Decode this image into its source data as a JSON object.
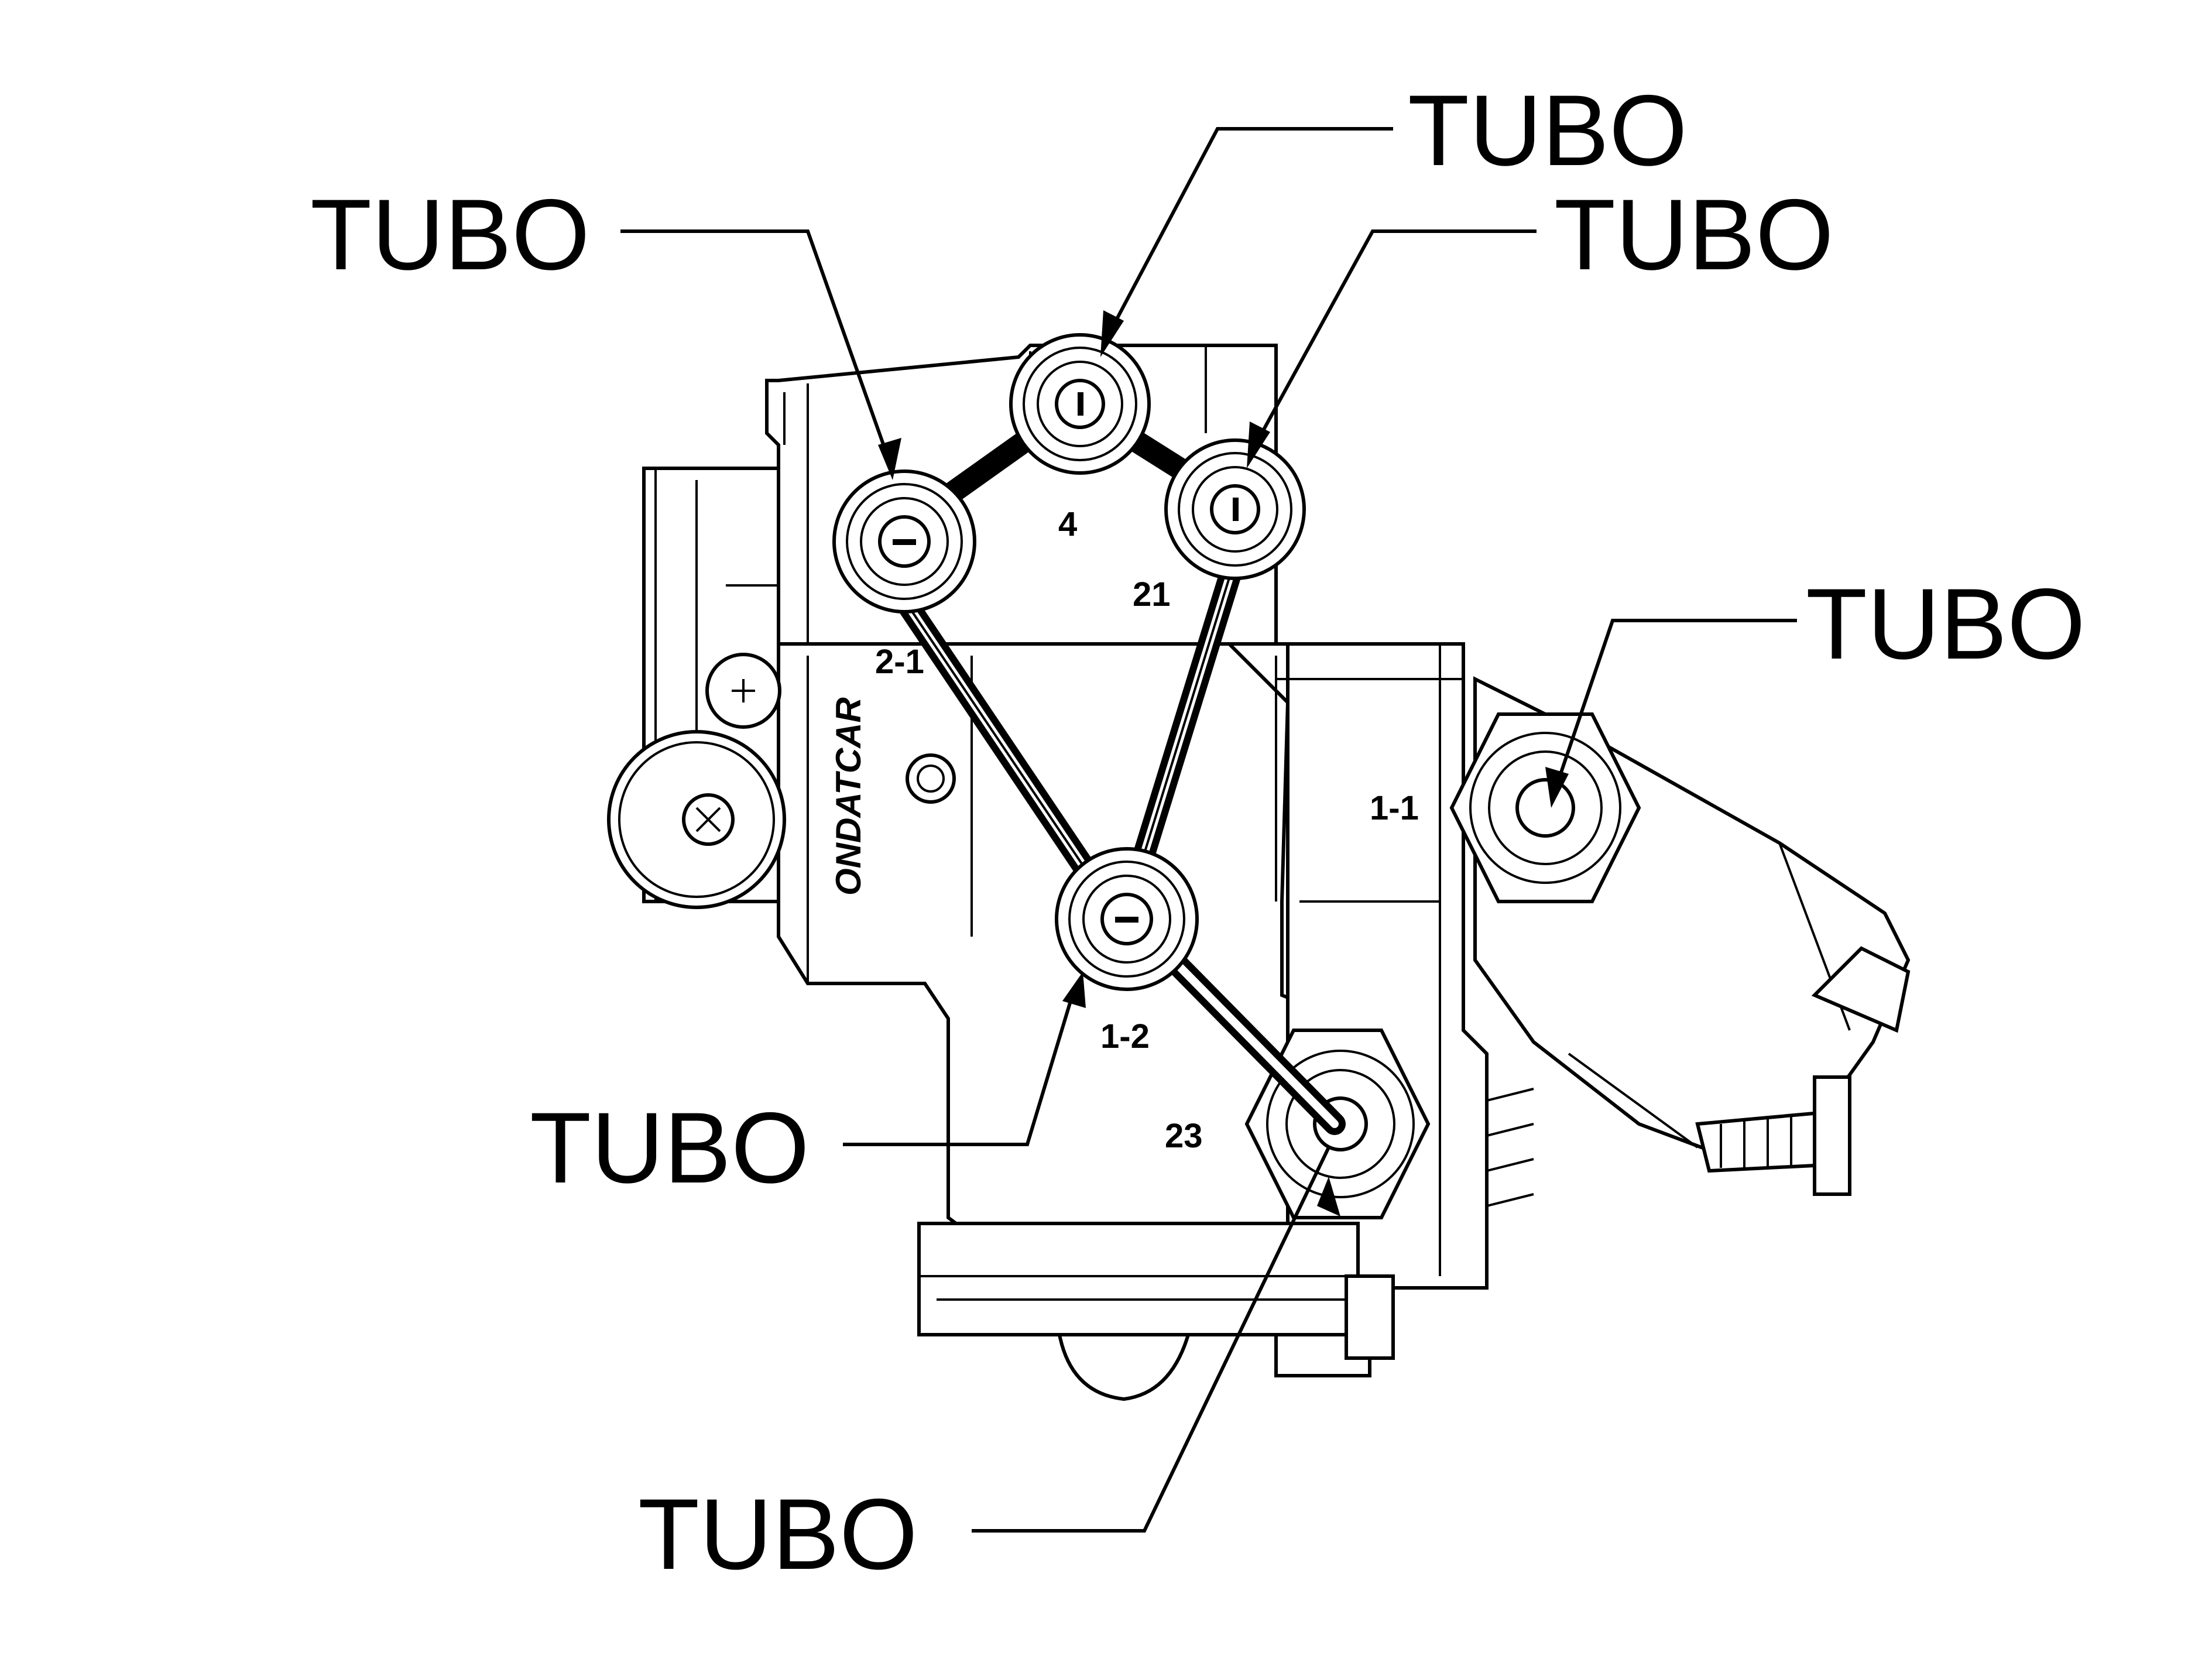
{
  "diagram": {
    "callouts": [
      {
        "id": "top",
        "label": "TUBO"
      },
      {
        "id": "upper-left",
        "label": "TUBO"
      },
      {
        "id": "upper-right",
        "label": "TUBO"
      },
      {
        "id": "right",
        "label": "TUBO"
      },
      {
        "id": "lower-left",
        "label": "TUBO"
      },
      {
        "id": "bottom",
        "label": "TUBO"
      }
    ],
    "port_labels": [
      "4",
      "21",
      "2-1",
      "1-1",
      "1-2",
      "23"
    ],
    "brand": "ONDATCAR",
    "colors": {
      "line": "#000000",
      "background": "#ffffff"
    }
  }
}
